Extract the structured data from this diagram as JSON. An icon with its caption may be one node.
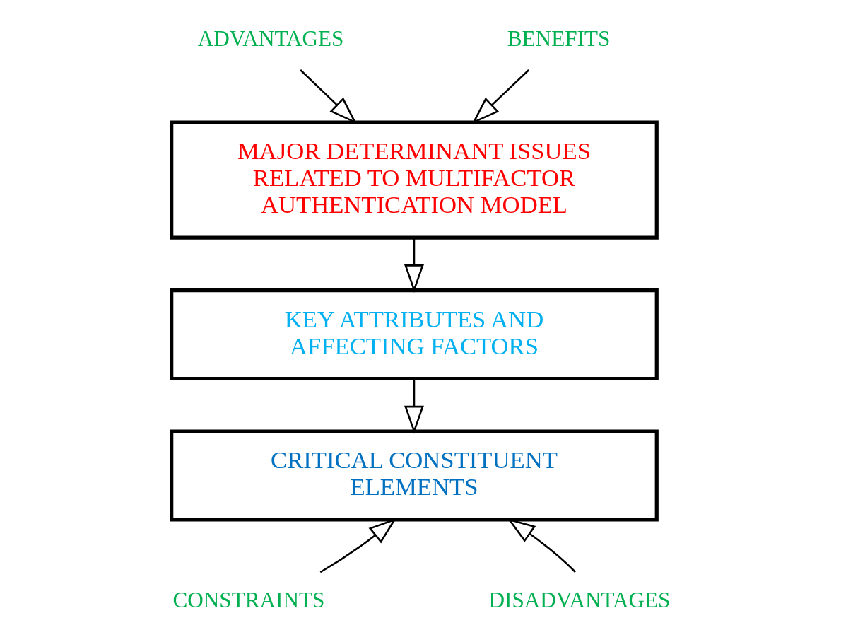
{
  "diagram": {
    "nodes": [
      {
        "text": [
          "ADVANTAGES"
        ]
      },
      {
        "text": [
          "BENEFITS"
        ]
      },
      {
        "text": [
          "MAJOR DETERMINANT ISSUES RELATED TO MULTIFACTOR AUTHENTICATION MODEL"
        ]
      },
      {
        "text": [
          "KEY ATTRIBUTES AND AFFECTING FACTORS"
        ]
      },
      {
        "text": [
          "CRITICAL CONSTITUENT ELEMENTS"
        ]
      },
      {
        "text": [
          "CONSTRAINTS"
        ]
      },
      {
        "text": [
          "DISADVANTAGES"
        ]
      }
    ],
    "edges": [
      {
        "from": 0,
        "to": 2,
        "arrow": "to"
      },
      {
        "from": 1,
        "to": 2,
        "arrow": "to"
      },
      {
        "from": 2,
        "to": 3,
        "arrow": "to"
      },
      {
        "from": 3,
        "to": 4,
        "arrow": "to"
      },
      {
        "from": 5,
        "to": 4,
        "arrow": "to"
      },
      {
        "from": 6,
        "to": 4,
        "arrow": "to"
      }
    ]
  }
}
